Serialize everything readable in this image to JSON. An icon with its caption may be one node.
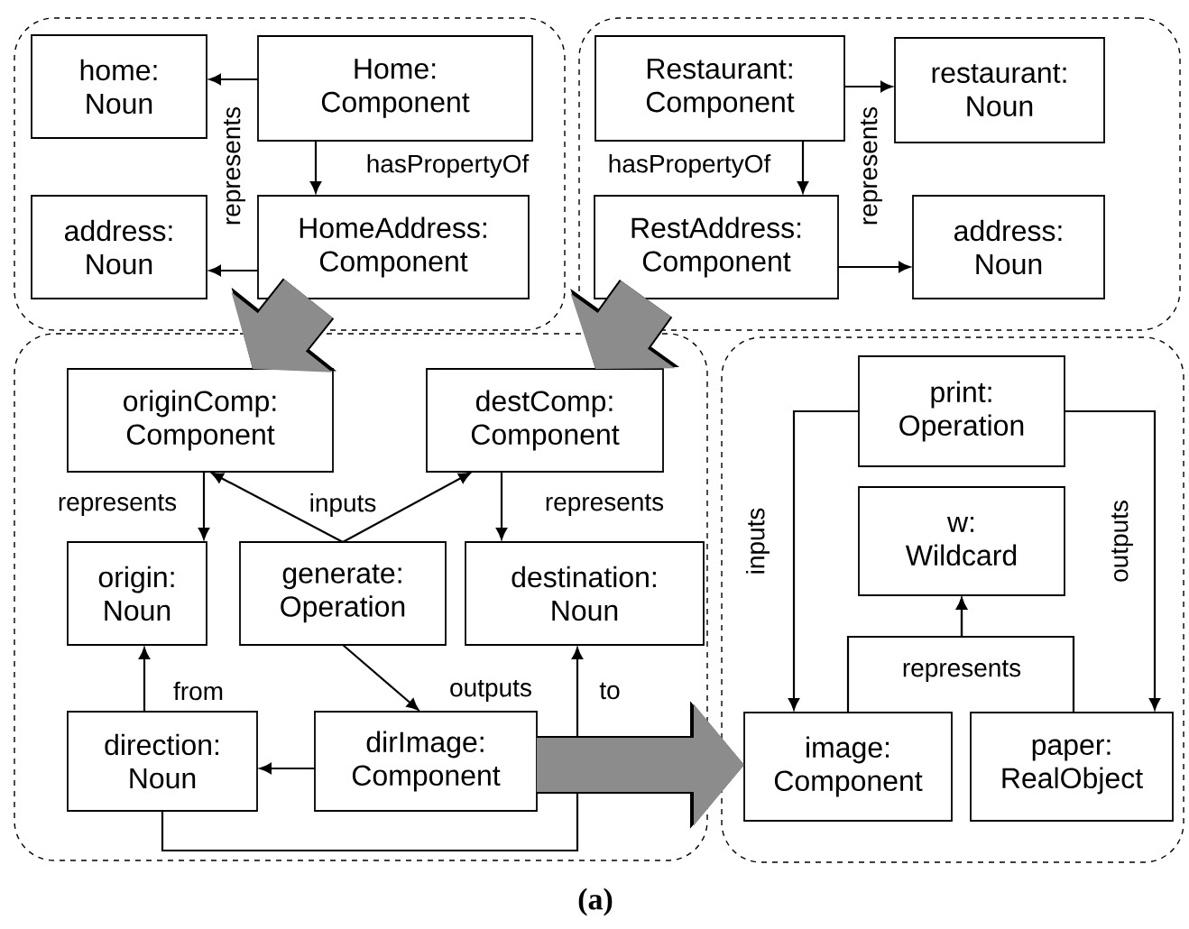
{
  "diagram": {
    "caption": "(a)",
    "nodes": [
      {
        "text": [],
        "shape": "box"
      },
      {
        "text": [
          "home: Noun"
        ],
        "in": 0
      },
      {
        "text": [
          "Home: Component"
        ],
        "in": 0
      },
      {
        "text": [
          "address: Noun"
        ],
        "in": 0
      },
      {
        "text": [
          "HomeAddress: Component"
        ],
        "in": 0
      },
      {
        "text": [],
        "shape": "box"
      },
      {
        "text": [
          "Restaurant: Component"
        ],
        "in": 5
      },
      {
        "text": [
          "restaurant: Noun"
        ],
        "in": 5
      },
      {
        "text": [
          "RestAddress: Component"
        ],
        "in": 5
      },
      {
        "text": [
          "address: Noun"
        ],
        "in": 5
      },
      {
        "text": [],
        "shape": "box"
      },
      {
        "text": [
          "originComp: Component"
        ],
        "in": 10
      },
      {
        "text": [
          "destComp: Component"
        ],
        "in": 10
      },
      {
        "text": [
          "origin: Noun"
        ],
        "in": 10
      },
      {
        "text": [
          "generate: Operation"
        ],
        "in": 10
      },
      {
        "text": [
          "destination: Noun"
        ],
        "in": 10
      },
      {
        "text": [
          "direction: Noun"
        ],
        "in": 10
      },
      {
        "text": [
          "dirImage: Component"
        ],
        "in": 10
      },
      {
        "text": [],
        "shape": "box"
      },
      {
        "text": [
          "print: Operation"
        ],
        "in": 18
      },
      {
        "text": [
          "w: Wildcard"
        ],
        "in": 18
      },
      {
        "text": [
          "image: Component"
        ],
        "in": 18
      },
      {
        "text": [
          "paper: RealObject"
        ],
        "in": 18
      }
    ],
    "edges": [
      {
        "from": 2,
        "to": 1,
        "arrow": "to",
        "label": "represents"
      },
      {
        "from": 2,
        "to": 4,
        "arrow": "to",
        "label": "hasPropertyOf"
      },
      {
        "from": 4,
        "to": 3,
        "arrow": "to"
      },
      {
        "from": 6,
        "to": 7,
        "arrow": "to",
        "label": "represents"
      },
      {
        "from": 6,
        "to": 8,
        "arrow": "to",
        "label": "hasPropertyOf"
      },
      {
        "from": 8,
        "to": 9,
        "arrow": "to"
      },
      {
        "from": 11,
        "to": 13,
        "arrow": "to",
        "label": "represents"
      },
      {
        "from": 14,
        "to": 11,
        "arrow": "to",
        "label": "inputs"
      },
      {
        "from": 14,
        "to": 12,
        "arrow": "to"
      },
      {
        "from": 12,
        "to": 15,
        "arrow": "to",
        "label": "represents"
      },
      {
        "from": 14,
        "to": 17,
        "arrow": "to",
        "label": "outputs"
      },
      {
        "from": 16,
        "to": 13,
        "arrow": "to",
        "label": "from"
      },
      {
        "from": 17,
        "to": 16,
        "arrow": "to"
      },
      {
        "from": 16,
        "to": 15,
        "arrow": "to",
        "label": "to"
      },
      {
        "from": 19,
        "to": 21,
        "arrow": "to",
        "label": "inputs"
      },
      {
        "from": 19,
        "to": 22,
        "arrow": "to",
        "label": "outputs"
      },
      {
        "from": 21,
        "to": 20,
        "arrow": "to",
        "label": "represents"
      },
      {
        "from": 22,
        "to": 20,
        "arrow": "to"
      },
      {
        "from": 4,
        "to": 11,
        "arrow": "to",
        "style": "thick",
        "color": "#8c8c8c"
      },
      {
        "from": 8,
        "to": 12,
        "arrow": "to",
        "style": "thick",
        "color": "#8c8c8c"
      },
      {
        "from": 17,
        "to": 21,
        "arrow": "to",
        "style": "thick",
        "color": "#8c8c8c"
      }
    ]
  }
}
